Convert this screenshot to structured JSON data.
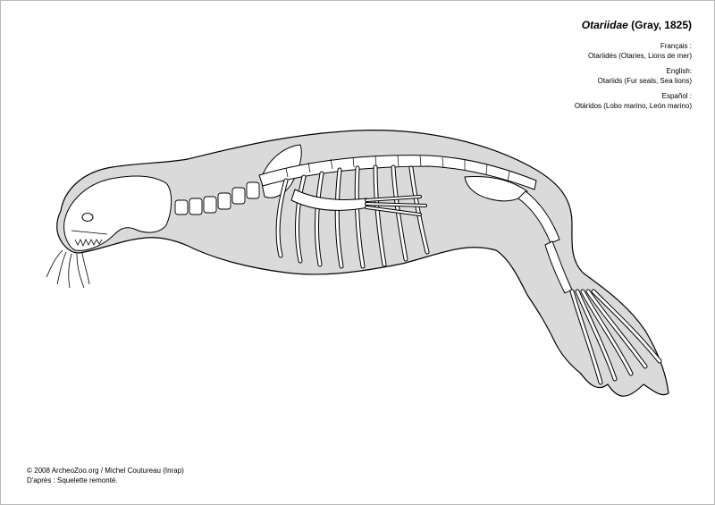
{
  "header": {
    "taxon": "Otariidae",
    "authority": "(Gray, 1825)"
  },
  "names": [
    {
      "language": "Français :",
      "value": "Otariidés (Otaries, Lions de mer)"
    },
    {
      "language": "English:",
      "value": "Otariids (Fur seals, Sea lions)"
    },
    {
      "language": "Español :",
      "value": "Otáridos (Lobo marino, León marino)"
    }
  ],
  "credits": {
    "copyright": "© 2008 ArcheoZoo.org / Michel Coutureau (Inrap)",
    "source": "D'après : Squelette remonté."
  },
  "colors": {
    "body_fill": "#dadada",
    "bone_fill": "#ffffff",
    "outline": "#000000"
  }
}
